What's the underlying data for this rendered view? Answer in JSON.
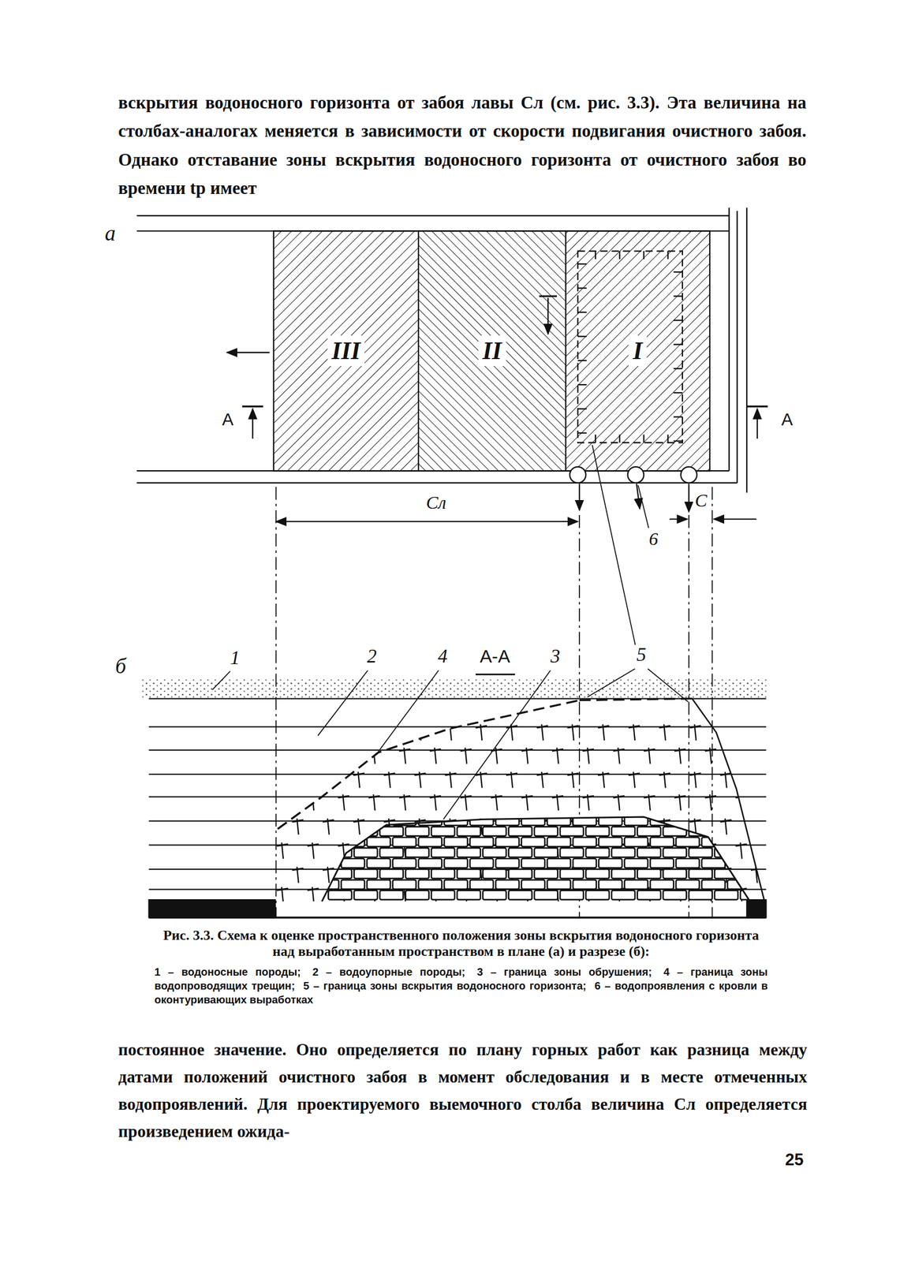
{
  "diagram": {
    "caption": "Рис. 3.3. Схема к оценке пространственного положения зоны вскрытия водоносного горизонта над выработанным пространством в плане (а) и разрезе (б):",
    "nodes": [
      {
        "text": [
          "III"
        ]
      },
      {
        "text": [
          "II"
        ]
      },
      {
        "text": [
          "I"
        ]
      }
    ],
    "labels": [
      "вскрытия водоносного горизонта от забоя лавы Cл (см. рис. 3.3). Эта величина на столбах-аналогах меняется в зависимости от скорости подвигания очистного забоя. Однако отставание зоны вскрытия водоносного горизонта от очистного забоя во времени tр имеет",
      "а",
      "А",
      "А",
      "Cл",
      "C",
      "6",
      "б",
      "1",
      "2",
      "4",
      "А-А",
      "3",
      "5",
      "постоянное значение. Оно определяется по плану горных работ как разница между датами положений очистного забоя в момент обследования и в месте отмеченных водопроявлений. Для проектируемого выемочного столба величина Cл определяется произведением ожида-",
      "25"
    ],
    "legend": [
      {
        "text": "1 – водоносные породы;"
      },
      {
        "text": "2 – водоупорные породы;"
      },
      {
        "text": "3 – граница зоны обрушения;"
      },
      {
        "text": "4 – граница зоны водопроводящих трещин;"
      },
      {
        "text": "5 – граница зоны вскрытия водоносного горизонта;"
      },
      {
        "text": "6 – водопроявления с кровли в оконтуривающих выработках"
      }
    ]
  }
}
